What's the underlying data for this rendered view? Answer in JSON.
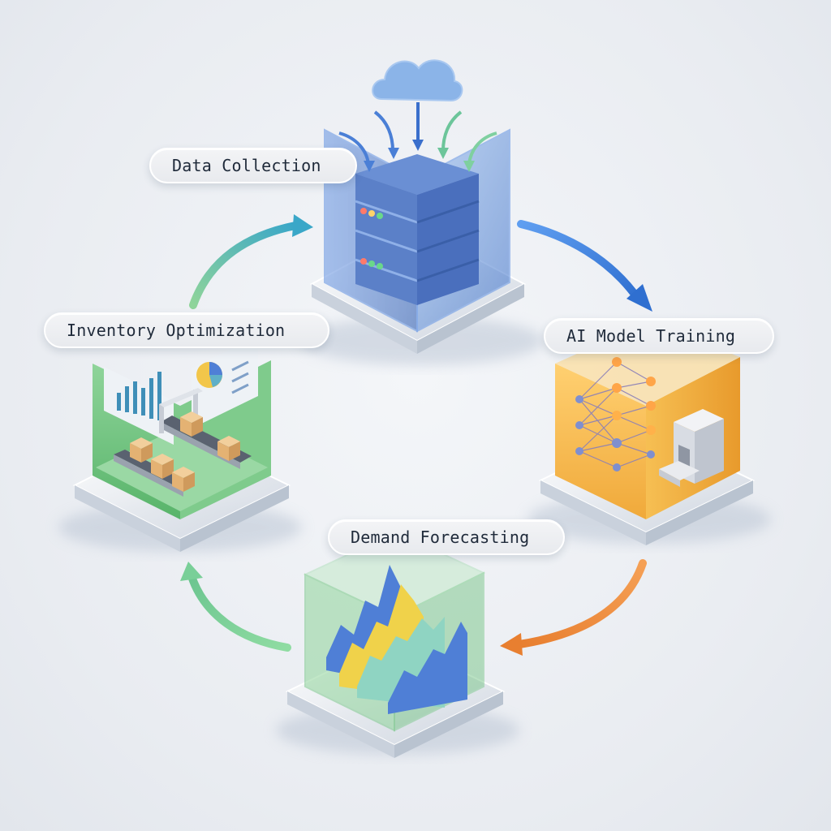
{
  "diagram": {
    "stages": [
      {
        "id": "data-collection",
        "label": "Data Collection",
        "color": "#4a78c8"
      },
      {
        "id": "ai-model-training",
        "label": "AI Model Training",
        "color": "#f2b23a"
      },
      {
        "id": "demand-forecasting",
        "label": "Demand Forecasting",
        "color": "#6cc17a"
      },
      {
        "id": "inventory-optimization",
        "label": "Inventory Optimization",
        "color": "#6cc17a"
      }
    ],
    "flow": [
      {
        "from": "data-collection",
        "to": "ai-model-training",
        "color": "#3f7fd6"
      },
      {
        "from": "ai-model-training",
        "to": "demand-forecasting",
        "color": "#ee8a3a"
      },
      {
        "from": "demand-forecasting",
        "to": "inventory-optimization",
        "color": "#7fce96"
      },
      {
        "from": "inventory-optimization",
        "to": "data-collection",
        "color": "#5cc0a0"
      }
    ],
    "icons": [
      "cloud-icon",
      "server-rack-icon",
      "neural-network-icon",
      "machine-icon",
      "area-chart-icon",
      "conveyor-belt-icon",
      "bar-chart-icon",
      "pie-chart-icon",
      "box-icon"
    ]
  }
}
